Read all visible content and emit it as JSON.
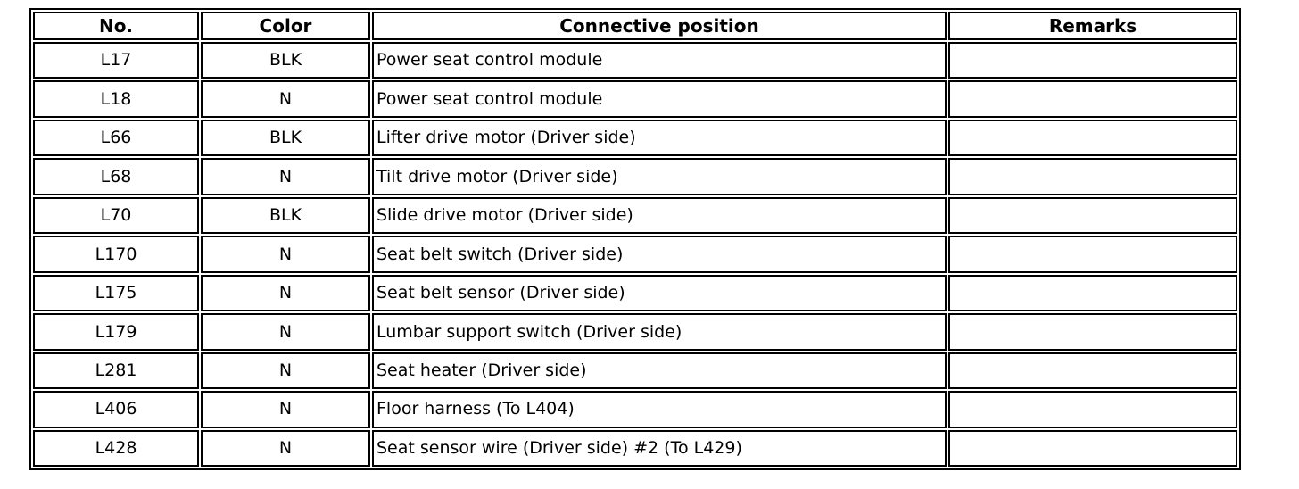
{
  "colors": {
    "border": "#000000",
    "background": "#ffffff",
    "text": "#000000"
  },
  "table": {
    "columns": [
      {
        "key": "no",
        "label": "No."
      },
      {
        "key": "color",
        "label": "Color"
      },
      {
        "key": "position",
        "label": "Connective position"
      },
      {
        "key": "remarks",
        "label": "Remarks"
      }
    ],
    "rows": [
      {
        "no": "L17",
        "color": "BLK",
        "position": "Power seat control module",
        "remarks": ""
      },
      {
        "no": "L18",
        "color": "N",
        "position": "Power seat control module",
        "remarks": ""
      },
      {
        "no": "L66",
        "color": "BLK",
        "position": "Lifter drive motor (Driver side)",
        "remarks": ""
      },
      {
        "no": "L68",
        "color": "N",
        "position": "Tilt drive motor (Driver side)",
        "remarks": ""
      },
      {
        "no": "L70",
        "color": "BLK",
        "position": "Slide drive motor (Driver side)",
        "remarks": ""
      },
      {
        "no": "L170",
        "color": "N",
        "position": "Seat belt switch (Driver side)",
        "remarks": ""
      },
      {
        "no": "L175",
        "color": "N",
        "position": "Seat belt sensor (Driver side)",
        "remarks": ""
      },
      {
        "no": "L179",
        "color": "N",
        "position": "Lumbar support switch (Driver side)",
        "remarks": ""
      },
      {
        "no": "L281",
        "color": "N",
        "position": "Seat heater (Driver side)",
        "remarks": ""
      },
      {
        "no": "L406",
        "color": "N",
        "position": "Floor harness (To L404)",
        "remarks": ""
      },
      {
        "no": "L428",
        "color": "N",
        "position": "Seat sensor wire (Driver side) #2 (To L429)",
        "remarks": ""
      }
    ]
  }
}
